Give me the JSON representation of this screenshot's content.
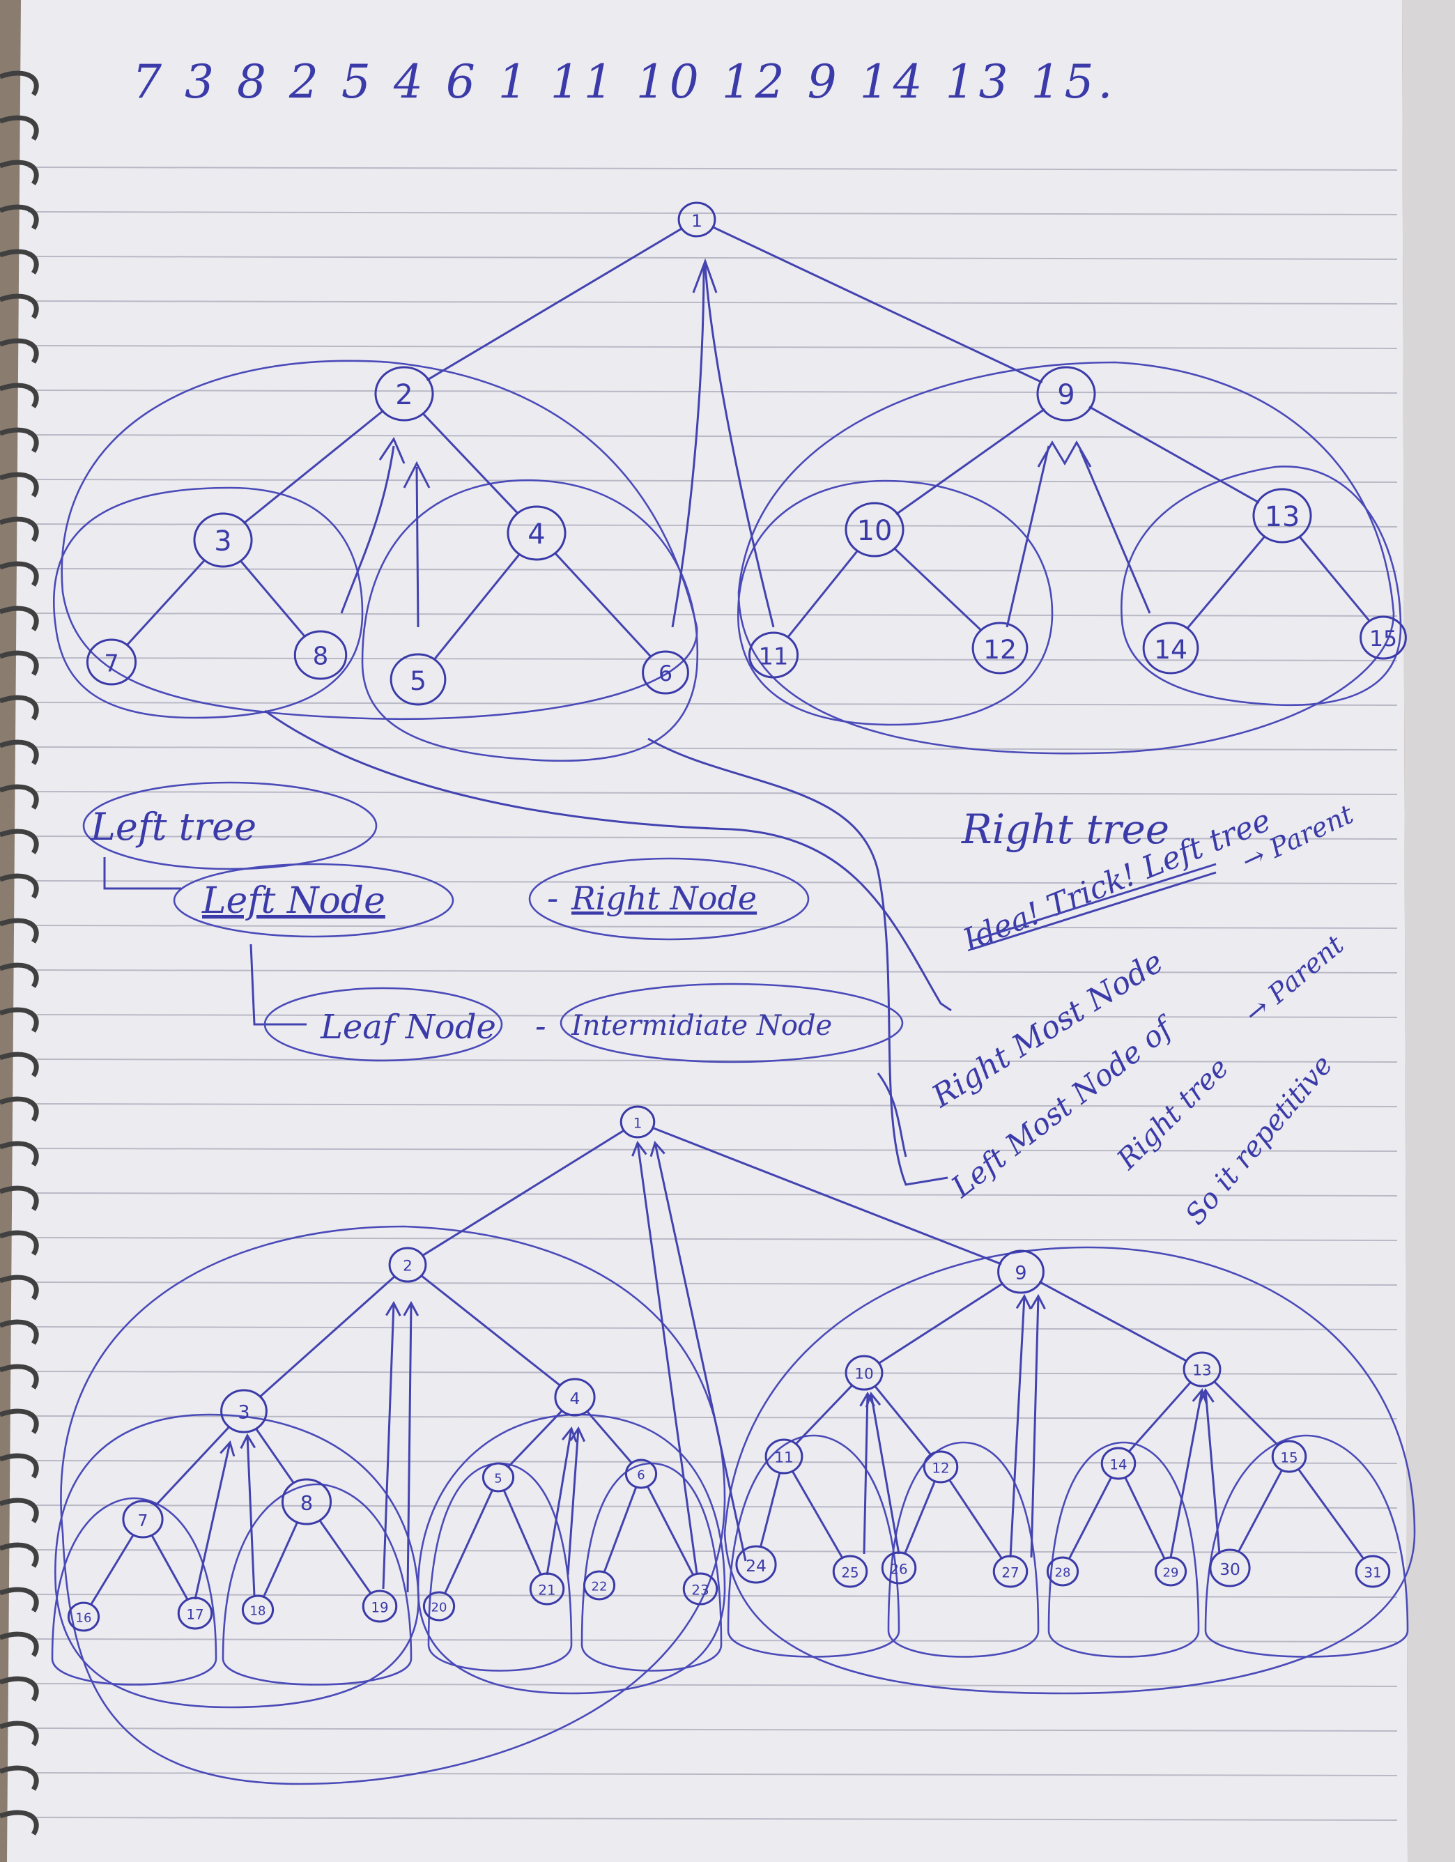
{
  "sequence": "7 3 8 2 5 4 6 1 11 10 12 9 14 13 15.",
  "tree_top": {
    "nodes": [
      {
        "id": "1"
      },
      {
        "id": "2"
      },
      {
        "id": "9"
      },
      {
        "id": "3"
      },
      {
        "id": "4"
      },
      {
        "id": "10"
      },
      {
        "id": "13"
      },
      {
        "id": "7"
      },
      {
        "id": "8"
      },
      {
        "id": "5"
      },
      {
        "id": "6"
      },
      {
        "id": "11"
      },
      {
        "id": "12"
      },
      {
        "id": "14"
      },
      {
        "id": "15"
      }
    ]
  },
  "notes": {
    "left_tree": "Left tree",
    "left_node": "Left Node",
    "dash1": "-",
    "right_node": "Right Node",
    "leaf_node": "Leaf Node",
    "dash2": "-",
    "intermediate_node": "Intermidiate Node",
    "right_tree": "Right tree",
    "idea": "Idea! Trick! Left tree",
    "rightmost": "Right Most Node",
    "parent1": "→ Parent",
    "rightmost_of": "Right Most Node of",
    "leftmost": "Left Most Node of",
    "parent2": "→ Parent",
    "right_tree2": "Right tree",
    "repetitive": "So it repetitive"
  },
  "tree_bottom": {
    "nodes": [
      {
        "id": "1"
      },
      {
        "id": "2"
      },
      {
        "id": "9"
      },
      {
        "id": "3"
      },
      {
        "id": "4"
      },
      {
        "id": "10"
      },
      {
        "id": "13"
      },
      {
        "id": "7"
      },
      {
        "id": "8"
      },
      {
        "id": "5"
      },
      {
        "id": "6"
      },
      {
        "id": "11"
      },
      {
        "id": "12"
      },
      {
        "id": "14"
      },
      {
        "id": "15"
      },
      {
        "id": "16"
      },
      {
        "id": "17"
      },
      {
        "id": "18"
      },
      {
        "id": "19"
      },
      {
        "id": "20"
      },
      {
        "id": "21"
      },
      {
        "id": "22"
      },
      {
        "id": "23"
      },
      {
        "id": "24"
      },
      {
        "id": "25"
      },
      {
        "id": "26"
      },
      {
        "id": "27"
      },
      {
        "id": "28"
      },
      {
        "id": "29"
      },
      {
        "id": "30"
      },
      {
        "id": "31"
      }
    ]
  }
}
